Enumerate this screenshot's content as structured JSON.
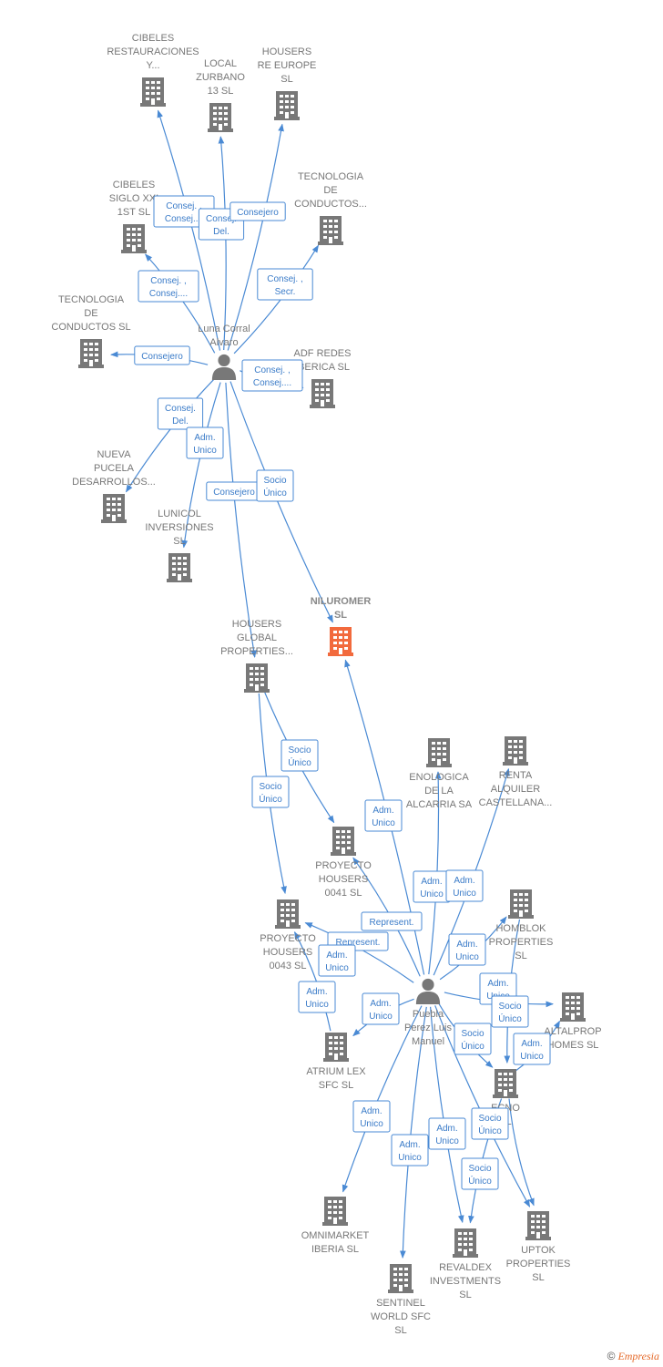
{
  "colors": {
    "company": "#787878",
    "focus": "#f26a3d",
    "person": "#787878",
    "edge": "#4a8ad4"
  },
  "nodes": [
    {
      "id": "cibeles_rest",
      "kind": "company",
      "label": [
        "CIBELES",
        "RESTAURACIONES",
        "Y..."
      ]
    },
    {
      "id": "local_zurbano",
      "kind": "company",
      "label": [
        "LOCAL",
        "ZURBANO",
        "13 SL"
      ]
    },
    {
      "id": "housers_re",
      "kind": "company",
      "label": [
        "HOUSERS",
        "RE EUROPE",
        "SL"
      ]
    },
    {
      "id": "cibeles_xxi",
      "kind": "company",
      "label": [
        "CIBELES",
        "SIGLO XXI",
        "1ST SL"
      ]
    },
    {
      "id": "tec_cond_top",
      "kind": "company",
      "label": [
        "TECNOLOGIA",
        "DE",
        "CONDUCTOS..."
      ]
    },
    {
      "id": "tec_cond_sl",
      "kind": "company",
      "label": [
        "TECNOLOGIA",
        "DE",
        "CONDUCTOS SL"
      ]
    },
    {
      "id": "adf_redes",
      "kind": "company",
      "label": [
        "ADF REDES",
        "IBERICA SL"
      ]
    },
    {
      "id": "luna",
      "kind": "person",
      "label": [
        "Luna Corral",
        "Alvaro"
      ]
    },
    {
      "id": "nueva_pucela",
      "kind": "company",
      "label": [
        "NUEVA",
        "PUCELA",
        "DESARROLLOS..."
      ]
    },
    {
      "id": "lunicol",
      "kind": "company",
      "label": [
        "LUNICOL",
        "INVERSIONES",
        "SL"
      ]
    },
    {
      "id": "niluromer",
      "kind": "focus",
      "label": [
        "NILUROMER",
        "SL"
      ]
    },
    {
      "id": "housers_global",
      "kind": "company",
      "label": [
        "HOUSERS",
        "GLOBAL",
        "PROPERTIES..."
      ]
    },
    {
      "id": "enologica",
      "kind": "company",
      "label": [
        "ENOLOGICA",
        "DE LA",
        "ALCARRIA SA"
      ]
    },
    {
      "id": "renta_alquiler",
      "kind": "company",
      "label": [
        "RENTA",
        "ALQUILER",
        "CASTELLANA..."
      ]
    },
    {
      "id": "proy_0041",
      "kind": "company",
      "label": [
        "PROYECTO",
        "HOUSERS",
        "0041  SL"
      ]
    },
    {
      "id": "homblok",
      "kind": "company",
      "label": [
        "HOMBLOK",
        "PROPERTIES",
        "SL"
      ]
    },
    {
      "id": "proy_0043",
      "kind": "company",
      "label": [
        "PROYECTO",
        "HOUSERS",
        "0043  SL"
      ]
    },
    {
      "id": "puebla",
      "kind": "person",
      "label": [
        "Puebla",
        "Perez Luis",
        "Manuel"
      ]
    },
    {
      "id": "altalprop",
      "kind": "company",
      "label": [
        "ALTALPROP",
        "HOMES  SL"
      ]
    },
    {
      "id": "atrium",
      "kind": "company",
      "label": [
        "ATRIUM LEX",
        "SFC  SL"
      ]
    },
    {
      "id": "econo",
      "kind": "company",
      "label": [
        "ECNO",
        "SL"
      ]
    },
    {
      "id": "omnimarket",
      "kind": "company",
      "label": [
        "OMNIMARKET",
        "IBERIA  SL"
      ]
    },
    {
      "id": "uptok",
      "kind": "company",
      "label": [
        "UPTOK",
        "PROPERTIES",
        "SL"
      ]
    },
    {
      "id": "revaldex",
      "kind": "company",
      "label": [
        "REVALDEX",
        "INVESTMENTS",
        "SL"
      ]
    },
    {
      "id": "sentinel",
      "kind": "company",
      "label": [
        "SENTINEL",
        "WORLD SFC",
        "SL"
      ]
    }
  ],
  "edges": [
    {
      "from": "luna",
      "to": "cibeles_rest",
      "role": [
        "Consej. ,",
        "Consej...."
      ]
    },
    {
      "from": "luna",
      "to": "local_zurbano",
      "role": [
        "Consej.",
        "Del."
      ]
    },
    {
      "from": "luna",
      "to": "housers_re",
      "role": [
        "Consejero"
      ]
    },
    {
      "from": "luna",
      "to": "cibeles_xxi",
      "role": [
        "Consej. ,",
        "Consej...."
      ]
    },
    {
      "from": "luna",
      "to": "tec_cond_top",
      "role": [
        "Consej. ,",
        "Secr."
      ]
    },
    {
      "from": "luna",
      "to": "tec_cond_sl",
      "role": [
        "Consejero"
      ]
    },
    {
      "from": "luna",
      "to": "adf_redes",
      "role": [
        "Consej. ,",
        "Consej...."
      ]
    },
    {
      "from": "luna",
      "to": "nueva_pucela",
      "role": [
        "Consej.",
        "Del."
      ]
    },
    {
      "from": "luna",
      "to": "lunicol",
      "role": [
        "Adm.",
        "Unico"
      ]
    },
    {
      "from": "luna",
      "to": "housers_global",
      "role": [
        "Consejero"
      ]
    },
    {
      "from": "luna",
      "to": "niluromer",
      "role": [
        "Socio",
        "Único"
      ]
    },
    {
      "from": "housers_global",
      "to": "proy_0041",
      "role": [
        "Socio",
        "Único"
      ]
    },
    {
      "from": "housers_global",
      "to": "proy_0043",
      "role": [
        "Socio",
        "Único"
      ]
    },
    {
      "from": "puebla",
      "to": "niluromer",
      "role": [
        "Adm.",
        "Unico"
      ]
    },
    {
      "from": "puebla",
      "to": "enologica",
      "role": [
        "Adm.",
        "Unico"
      ]
    },
    {
      "from": "puebla",
      "to": "renta_alquiler",
      "role": [
        "Adm.",
        "Unico"
      ]
    },
    {
      "from": "puebla",
      "to": "proy_0041",
      "role": [
        "Represent."
      ]
    },
    {
      "from": "puebla",
      "to": "proy_0043",
      "role": [
        "Represent."
      ]
    },
    {
      "from": "puebla",
      "to": "atrium",
      "role": [
        "Adm.",
        "Unico"
      ]
    },
    {
      "from": "atrium",
      "to": "proy_0043",
      "role": [
        "Adm.",
        "Unico"
      ]
    },
    {
      "from": "puebla",
      "to": "homblok",
      "role": [
        "Adm.",
        "Unico"
      ]
    },
    {
      "from": "puebla",
      "to": "altalprop",
      "role": [
        "Adm.",
        "Unico"
      ]
    },
    {
      "from": "econo",
      "to": "altalprop",
      "role": [
        "Socio",
        "Único"
      ]
    },
    {
      "from": "puebla",
      "to": "econo",
      "role": [
        "Adm.",
        "Unico"
      ]
    },
    {
      "from": "homblok",
      "to": "econo",
      "role": [
        "Socio",
        "Único"
      ]
    },
    {
      "from": "puebla",
      "to": "omnimarket",
      "role": [
        "Adm.",
        "Unico"
      ]
    },
    {
      "from": "puebla",
      "to": "sentinel",
      "role": [
        "Adm.",
        "Unico"
      ]
    },
    {
      "from": "puebla",
      "to": "revaldex",
      "role": [
        "Adm.",
        "Unico"
      ]
    },
    {
      "from": "puebla",
      "to": "uptok",
      "role": [
        "Adm.",
        "Unico"
      ]
    },
    {
      "from": "econo",
      "to": "revaldex",
      "role": [
        "Socio",
        "Único"
      ]
    },
    {
      "from": "econo",
      "to": "uptok",
      "role": [
        "Socio",
        "Único"
      ]
    }
  ],
  "footer": {
    "copyright": "©",
    "brand": "Empresia"
  }
}
